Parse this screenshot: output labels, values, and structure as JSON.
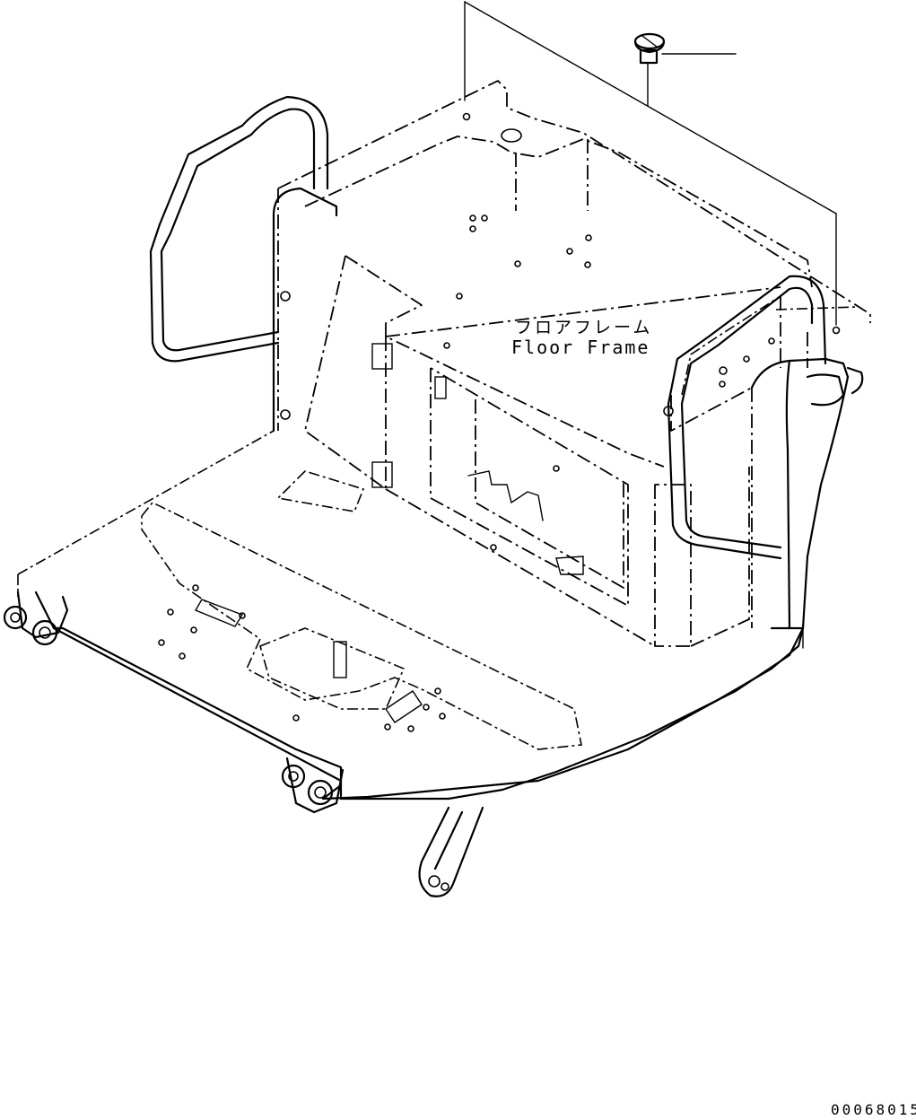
{
  "label": {
    "japanese": "フロアフレーム",
    "english": "Floor Frame"
  },
  "drawing_code": "00068015",
  "icons": {
    "part": "screw-bolt-icon"
  }
}
